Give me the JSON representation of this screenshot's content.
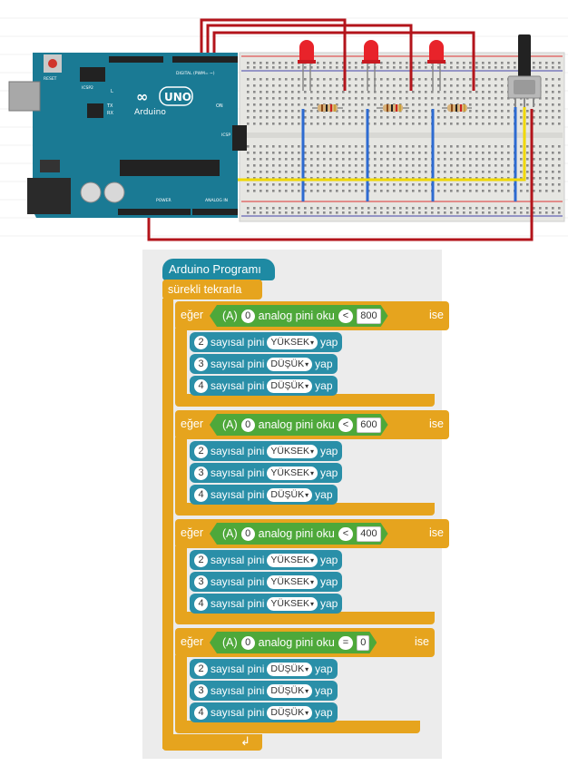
{
  "circuit": {
    "board_brand": "Arduino",
    "board_model": "UNO",
    "reset_label": "RESET",
    "icsp2_label": "ICSP2",
    "icsp_label": "ICSP",
    "l_label": "L",
    "tx_label": "TX",
    "rx_label": "RX",
    "on_label": "ON",
    "digital_label": "DIGITAL (PWM= ~)",
    "power_label": "POWER",
    "analog_label": "ANALOG IN",
    "colors": {
      "board": "#1a7a94",
      "wire_red": "#b3141b",
      "wire_yellow": "#f0d800",
      "wire_blue": "#2d6bd1",
      "led": "#e8232a"
    }
  },
  "program": {
    "title": "Arduino Programı",
    "loop_label": "sürekli tekrarla",
    "if_label": "eğer",
    "then_label": "ise",
    "analog_prefix": "(A)",
    "analog_text": "analog pini oku",
    "conditions": [
      {
        "pin": "0",
        "op": "<",
        "value": "800"
      },
      {
        "pin": "0",
        "op": "<",
        "value": "600"
      },
      {
        "pin": "0",
        "op": "<",
        "value": "400"
      },
      {
        "pin": "0",
        "op": "=",
        "value": "0"
      }
    ],
    "groups": [
      [
        {
          "pin": "2",
          "text": "sayısal pini",
          "state": "YÜKSEK",
          "suffix": "yap"
        },
        {
          "pin": "3",
          "text": "sayısal pini",
          "state": "DÜŞÜK",
          "suffix": "yap"
        },
        {
          "pin": "4",
          "text": "sayısal pini",
          "state": "DÜŞÜK",
          "suffix": "yap"
        }
      ],
      [
        {
          "pin": "2",
          "text": "sayısal pini",
          "state": "YÜKSEK",
          "suffix": "yap"
        },
        {
          "pin": "3",
          "text": "sayısal pini",
          "state": "YÜKSEK",
          "suffix": "yap"
        },
        {
          "pin": "4",
          "text": "sayısal pini",
          "state": "DÜŞÜK",
          "suffix": "yap"
        }
      ],
      [
        {
          "pin": "2",
          "text": "sayısal pini",
          "state": "YÜKSEK",
          "suffix": "yap"
        },
        {
          "pin": "3",
          "text": "sayısal pini",
          "state": "YÜKSEK",
          "suffix": "yap"
        },
        {
          "pin": "4",
          "text": "sayısal pini",
          "state": "YÜKSEK",
          "suffix": "yap"
        }
      ],
      [
        {
          "pin": "2",
          "text": "sayısal pini",
          "state": "DÜŞÜK",
          "suffix": "yap"
        },
        {
          "pin": "3",
          "text": "sayısal pini",
          "state": "DÜŞÜK",
          "suffix": "yap"
        },
        {
          "pin": "4",
          "text": "sayısal pini",
          "state": "DÜŞÜK",
          "suffix": "yap"
        }
      ]
    ]
  }
}
